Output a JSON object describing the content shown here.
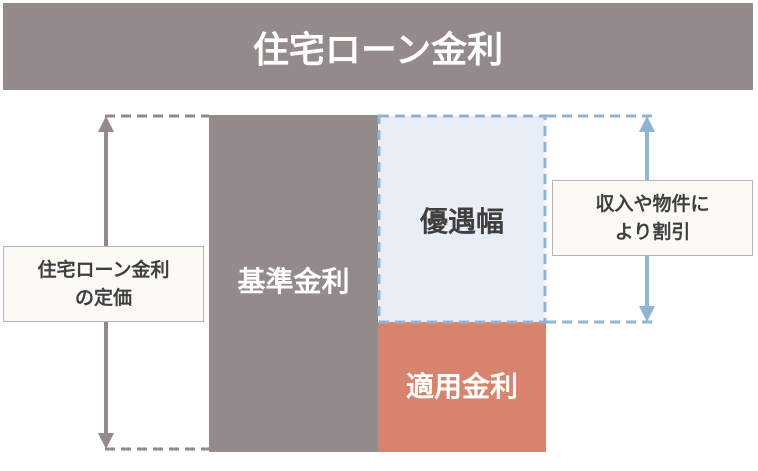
{
  "title": "住宅ローン金利",
  "base_rate_label": "基準金利",
  "discount_label": "優遇幅",
  "applied_rate_label": "適用金利",
  "left_note": {
    "line1": "住宅ローン金利",
    "line2": "の定価"
  },
  "right_note": {
    "line1": "収入や物件に",
    "line2": "より割引"
  },
  "colors": {
    "title_bg": "#938a89",
    "base": "#938a89",
    "discount_fill": "#e9eef6",
    "discount_border": "#8fb4d6",
    "applied": "#d6846e"
  }
}
